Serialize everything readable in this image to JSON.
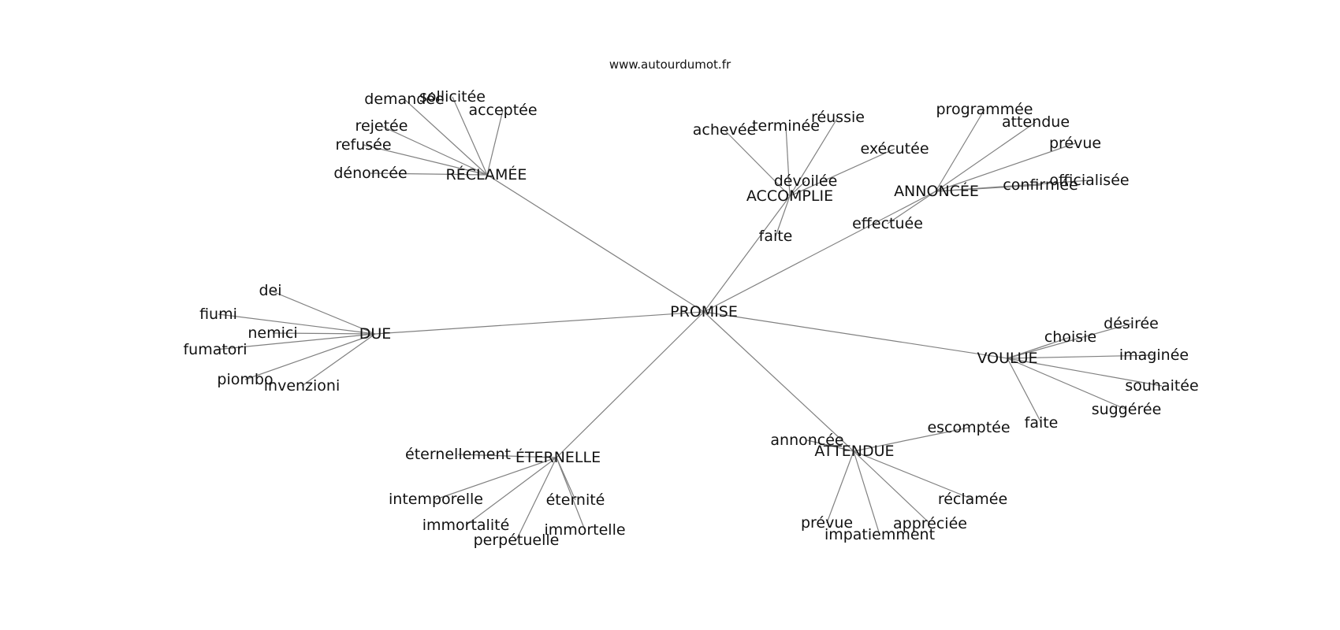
{
  "site": "www.autourdumot.fr",
  "graph": {
    "center": "PROMISE",
    "clusters": [
      {
        "label": "RÉCLAMÉE",
        "leaves": [
          "demandée",
          "sollicitée",
          "acceptée",
          "rejetée",
          "refusée",
          "dénoncée"
        ]
      },
      {
        "label": "ACCOMPLIE",
        "leaves": [
          "achevée",
          "terminée",
          "réussie",
          "exécutée",
          "dévoilée",
          "faite"
        ]
      },
      {
        "label": "ANNONCÉE",
        "leaves": [
          "programmée",
          "attendue",
          "prévue",
          "officialisée",
          "confirmée",
          "effectuée"
        ]
      },
      {
        "label": "DUE",
        "leaves": [
          "dei",
          "fiumi",
          "nemici",
          "fumatori",
          "piombo",
          "invenzioni"
        ]
      },
      {
        "label": "VOULUE",
        "leaves": [
          "désirée",
          "choisie",
          "imaginée",
          "souhaitée",
          "suggérée",
          "faite"
        ]
      },
      {
        "label": "ÉTERNELLE",
        "leaves": [
          "éternellement",
          "intemporelle",
          "immortalité",
          "perpétuelle",
          "éternité",
          "immortelle"
        ]
      },
      {
        "label": "ATTENDUE",
        "leaves": [
          "annoncée",
          "escomptée",
          "réclamée",
          "prévue",
          "impatiemment",
          "appréciée"
        ]
      }
    ]
  }
}
